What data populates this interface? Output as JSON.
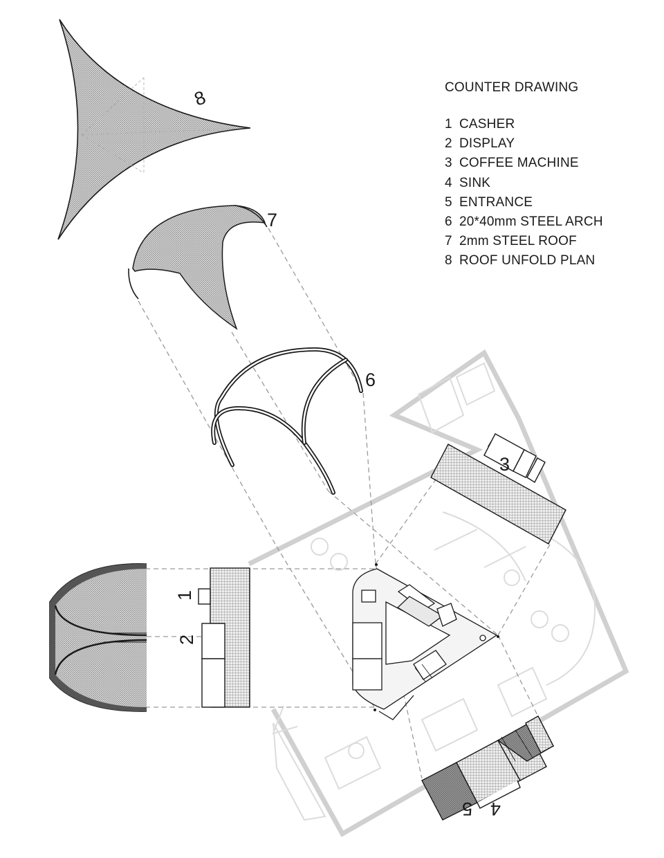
{
  "legend": {
    "title": "COUNTER DRAWING",
    "items": [
      {
        "num": "1",
        "label": "CASHER"
      },
      {
        "num": "2",
        "label": "DISPLAY"
      },
      {
        "num": "3",
        "label": "COFFEE MACHINE"
      },
      {
        "num": "4",
        "label": "SINK"
      },
      {
        "num": "5",
        "label": "ENTRANCE"
      },
      {
        "num": "6",
        "label": "20*40mm STEEL ARCH"
      },
      {
        "num": "7",
        "label": "2mm STEEL ROOF"
      },
      {
        "num": "8",
        "label": "ROOF UNFOLD PLAN"
      }
    ]
  },
  "callouts": {
    "c1": "1",
    "c2": "2",
    "c3": "3",
    "c4": "4",
    "c5": "5",
    "c6": "6",
    "c7": "7",
    "c8": "8"
  },
  "colors": {
    "line": "#1a1a1a",
    "hatch": "#bdbdbd",
    "floor_plan": "#d0d0d0",
    "dashed": "#9a9a9a"
  }
}
